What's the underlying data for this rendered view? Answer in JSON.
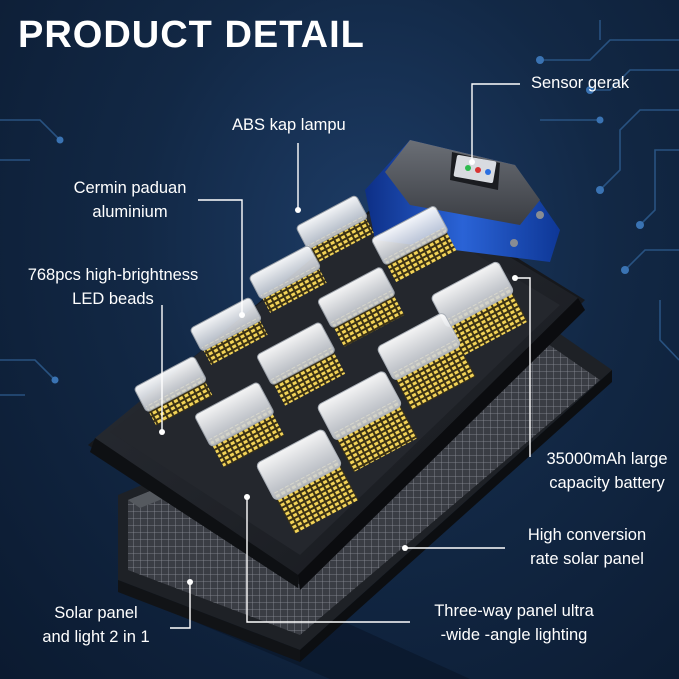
{
  "title": "PRODUCT DETAIL",
  "labels": {
    "sensor": "Sensor gerak",
    "abs_cover": "ABS kap lampu",
    "mirror": {
      "line1": "Cermin paduan",
      "line2": "aluminium"
    },
    "led": {
      "line1": "768pcs high-brightness",
      "line2": "LED beads"
    },
    "battery": {
      "line1": "35000mAh large",
      "line2": "capacity battery"
    },
    "solar": {
      "line1": "High conversion",
      "line2": "rate solar panel"
    },
    "combo": {
      "line1": "Solar panel",
      "line2": "and light 2 in 1"
    },
    "lighting": {
      "line1": "Three-way panel ultra",
      "line2": "-wide -angle lighting"
    }
  },
  "colors": {
    "background": "#122845",
    "housing": "#1c1f24",
    "accent_blue": "#1f57c8",
    "led_yellow": "#e8c64a",
    "leader_line": "#ffffff"
  }
}
